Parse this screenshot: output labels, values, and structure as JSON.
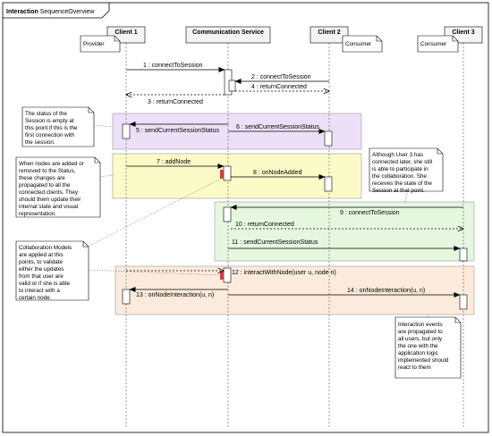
{
  "frame": {
    "keyword": "Interaction",
    "title": "SequenceOverview"
  },
  "lifelines": [
    {
      "id": "client1",
      "name": "Client 1",
      "stereotype": "Provider"
    },
    {
      "id": "comm",
      "name": "Communication Service",
      "stereotype": ""
    },
    {
      "id": "client2",
      "name": "Client 2",
      "stereotype": "Consumer"
    },
    {
      "id": "client3",
      "name": "Client 3",
      "stereotype": "Consumer"
    }
  ],
  "messages": [
    {
      "label": "1 : connectToSession",
      "from": "client1",
      "to": "comm",
      "kind": "sync"
    },
    {
      "label": "2 : connectToSession",
      "from": "client2",
      "to": "comm",
      "kind": "sync"
    },
    {
      "label": "4 : returnConnected",
      "from": "comm",
      "to": "client2",
      "kind": "return"
    },
    {
      "label": "3 : returnConnected",
      "from": "comm",
      "to": "client1",
      "kind": "return"
    },
    {
      "label": "5 : sendCurrentSessionStatus",
      "from": "comm",
      "to": "client1",
      "kind": "sync"
    },
    {
      "label": "6 : sendCurrentSessionStatus",
      "from": "comm",
      "to": "client2",
      "kind": "sync"
    },
    {
      "label": "7 : addNode",
      "from": "client1",
      "to": "comm",
      "kind": "sync"
    },
    {
      "label": "8 : onNodeAdded",
      "from": "comm",
      "to": "client2",
      "kind": "sync"
    },
    {
      "label": "9 : connectToSession",
      "from": "client3",
      "to": "comm",
      "kind": "sync"
    },
    {
      "label": "10 : returnConnected",
      "from": "comm",
      "to": "client3",
      "kind": "return"
    },
    {
      "label": "11 : sendCurrentSessionStatus",
      "from": "comm",
      "to": "client3",
      "kind": "sync"
    },
    {
      "label": "12 : interactWithNode(user u, node n)",
      "from": "client1",
      "to": "comm",
      "kind": "sync"
    },
    {
      "label": "13 : onNodeInteraction(u, n)",
      "from": "comm",
      "to": "client1",
      "kind": "sync"
    },
    {
      "label": "14 : onNodeInteraction(u, n)",
      "from": "comm",
      "to": "client3",
      "kind": "sync"
    }
  ],
  "notes": [
    {
      "id": "status-note",
      "lines": [
        "The status of the",
        "Session is empty at",
        "this point if this is the",
        "first connection with",
        "the session."
      ]
    },
    {
      "id": "nodes-note",
      "lines": [
        "When nodes are added or",
        "removed to the Status,",
        "these changes are",
        "propagated to all the",
        "connected clients. They",
        "should them update their",
        "internal state and visual",
        "representation."
      ]
    },
    {
      "id": "user3-note",
      "lines": [
        "Although User 3 has",
        "connected later, she still",
        "is able to participate in",
        "the collaboration. She",
        "receives the state of the",
        "Session at that point."
      ]
    },
    {
      "id": "models-note",
      "lines": [
        "Collaboration Models",
        "are applied at this",
        "points, to validate",
        "either the updates",
        "from that user are",
        "valid or if she is able",
        "to interact with a",
        "certain node."
      ]
    },
    {
      "id": "events-note",
      "lines": [
        "Interaction events",
        "are propagated to",
        "all users, but only",
        "the one with the",
        "application logic",
        "implemented should",
        "react to them"
      ]
    }
  ],
  "colors": {
    "purple_fragment": "#ece0f8",
    "yellow_fragment": "#fbfbc8",
    "green_fragment": "#e6f7e0",
    "peach_fragment": "#fcebdc",
    "lifeline_header": "#f4f4f4",
    "red_marker": "#d04040"
  }
}
